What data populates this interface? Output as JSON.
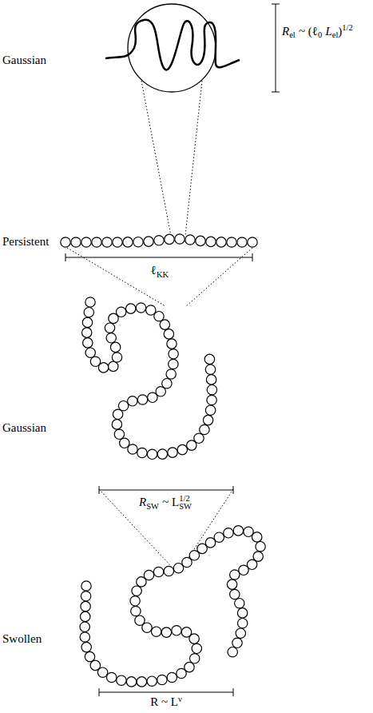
{
  "diagram": {
    "labels": [
      "Gaussian",
      "Persistent",
      "Gaussian",
      "Swollen",
      "R",
      "el",
      "~ (ℓ",
      "0",
      "L",
      "el",
      ")",
      "1/2",
      "ℓ",
      "KK",
      "R",
      "SW",
      "~ L",
      "SW",
      "1/2",
      "R ~ L",
      "ν"
    ]
  }
}
